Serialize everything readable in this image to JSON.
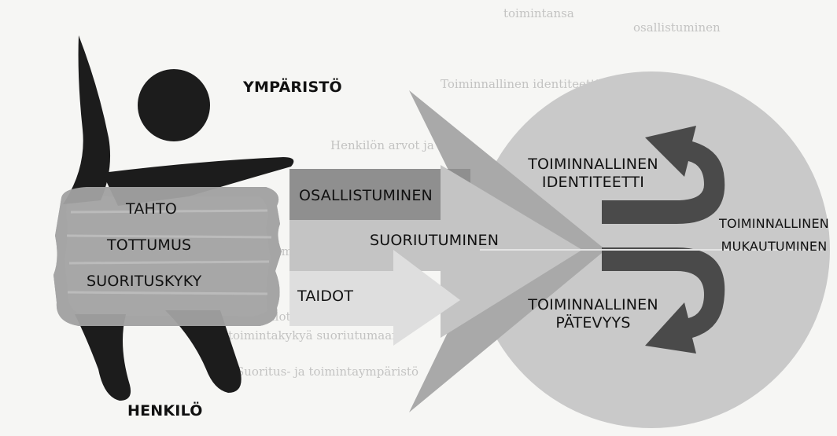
{
  "labels": {
    "environment": "YMPÄRISTÖ",
    "person": "HENKILÖ",
    "volition": "TAHTO",
    "habituation": "TOTTUMUS",
    "performance_capacity": "SUORITUSKYKY",
    "participation": "OSALLISTUMINEN",
    "performance": "SUORIUTUMINEN",
    "skills": "TAIDOT",
    "identity_line1": "TOIMINNALLINEN",
    "identity_line2": "IDENTITEETTI",
    "competence_line1": "TOIMINNALLINEN",
    "competence_line2": "PÄTEVYYS",
    "adaptation_line1": "TOIMINNALLINEN",
    "adaptation_line2": "MUKAUTUMINEN"
  },
  "background_text": [
    "toimintansa",
    "osallistuminen",
    "Toiminnallinen identiteetti",
    "Henkilön arvot ja tavat",
    "Toiminnallinen pätevyys",
    "ulottuvuuksia",
    "toimintakykyä suoriutumaan",
    "Suoritus- ja toimintaympäristö"
  ],
  "colors": {
    "figure": "#1c1c1c",
    "circle": "#c9c9c9",
    "arrow_dark": "#8f8f8f",
    "arrow_mid": "#b4b4b4",
    "arrow_light": "#d7d7d7",
    "curve_arrow": "#4a4a4a"
  }
}
